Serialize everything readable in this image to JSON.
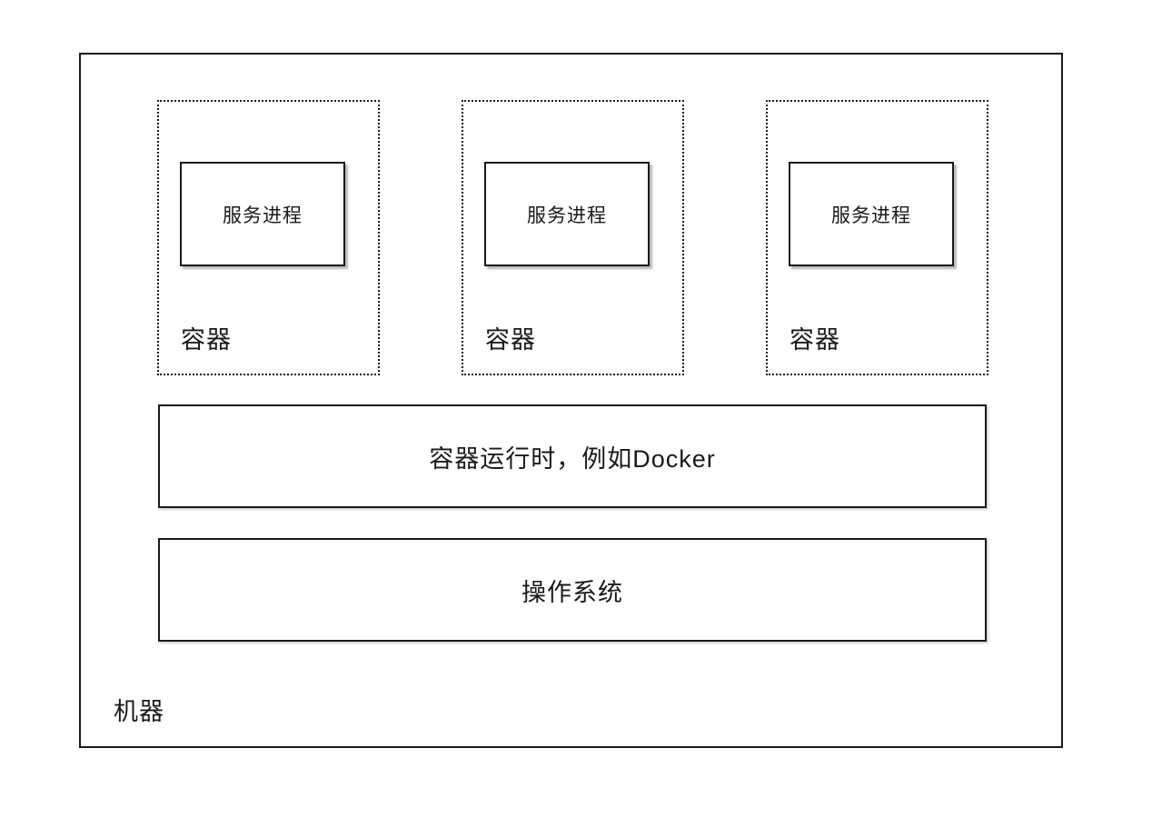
{
  "diagram": {
    "title": "container-architecture-diagram",
    "machine": {
      "label": "机器"
    },
    "containers": [
      {
        "label": "容器",
        "process_label": "服务进程"
      },
      {
        "label": "容器",
        "process_label": "服务进程"
      },
      {
        "label": "容器",
        "process_label": "服务进程"
      }
    ],
    "layers": {
      "runtime_label": "容器运行时，例如Docker",
      "os_label": "操作系统"
    },
    "colors": {
      "border": "#1a1a1a",
      "background": "#ffffff",
      "shadow": "rgba(0,0,0,0.28)"
    }
  }
}
